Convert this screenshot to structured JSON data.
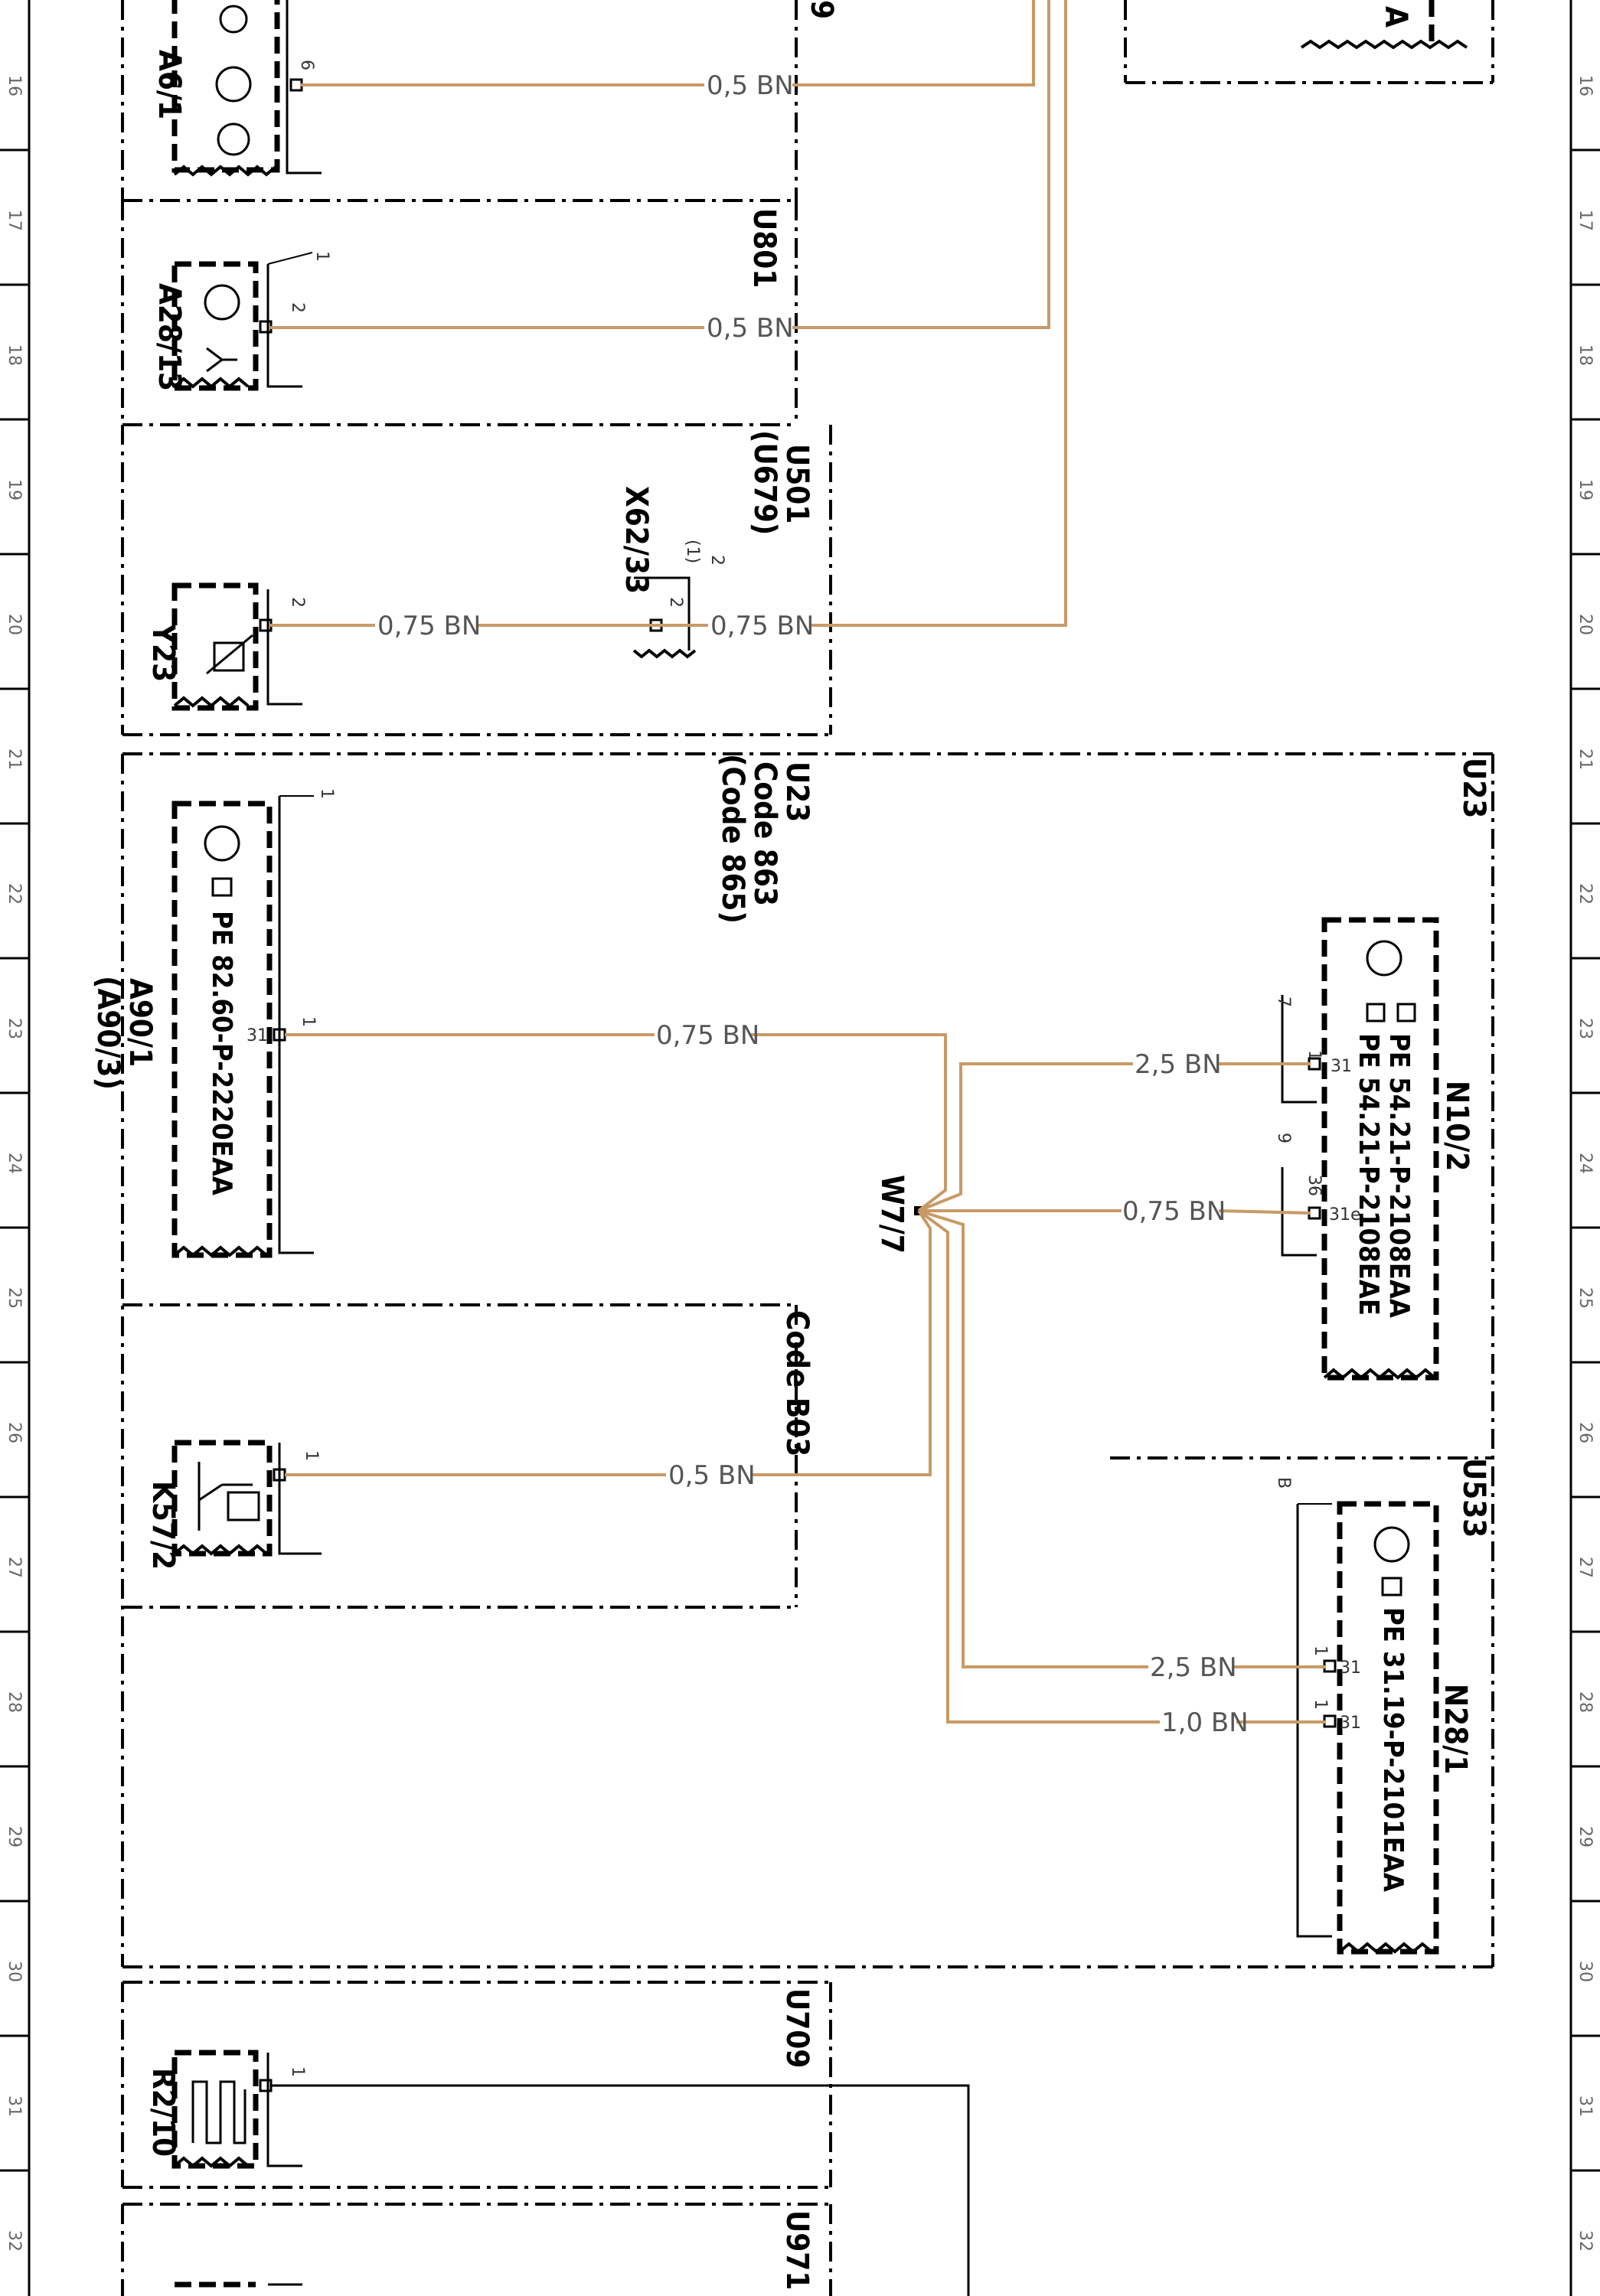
{
  "grid_rows": [
    "16",
    "17",
    "18",
    "19",
    "20",
    "21",
    "22",
    "23",
    "24",
    "25",
    "26",
    "27",
    "28",
    "29",
    "30",
    "31",
    "32"
  ],
  "boxes": {
    "u801": "U801",
    "u501": "U501",
    "u501_alt": "(U679)",
    "u23": "U23",
    "u23_code": "Code 863",
    "u23_code_alt": "(Code 865)",
    "u23_right": "U23",
    "code_b03": "Code B03",
    "u533": "U533",
    "u709": "U709",
    "u971": "U971",
    "top_cut": "9"
  },
  "components": {
    "a6_1": "A6/1",
    "a28_13": "A28/13",
    "y23": "Y23",
    "x62_33": "X62/33",
    "a90_1": "A90/1",
    "a90_3": "(A90/3)",
    "a90_doc": "PE 82.60-P-2220EAA",
    "w7_7": "W7/7",
    "k57_2": "K57/2",
    "n10_2": "N10/2",
    "n10_doc1": "PE 54.21-P-2108EAA",
    "n10_doc2": "PE 54.21-P-2108EAE",
    "n28_1": "N28/1",
    "n28_doc": "PE 31.19-P-2101EAA",
    "r2_10": "R2/10",
    "top_right": "A"
  },
  "wires": {
    "w_a6": "0,5 BN",
    "w_a28": "0,5 BN",
    "w_y23_left": "0,75 BN",
    "w_y23_right": "0,75 BN",
    "w_a90": "0,75 BN",
    "w_n10_a": "2,5 BN",
    "w_n10_b": "0,75 BN",
    "w_k57": "0,5 BN",
    "w_n28_a": "2,5 BN",
    "w_n28_b": "1,0 BN"
  },
  "pins": {
    "a6_pin": "6",
    "a28_pin_top": "1",
    "a28_pin": "2",
    "y23_pin": "2",
    "x62_pin": "2",
    "x62_pin_top": "2",
    "x62_pin_alt": "(1)",
    "a90_pin_top": "1",
    "a90_pin": "1",
    "a90_31": "31",
    "n10_pin7": "7",
    "n10_pin1": "1",
    "n10_31": "31",
    "n10_pin9": "9",
    "n10_pin36": "36",
    "n10_31e": "31e",
    "k57_pin": "1",
    "n28_pin_b": "B",
    "n28_pin1a": "1",
    "n28_31a": "31",
    "n28_pin1b": "1",
    "n28_31b": "31",
    "r2_pin": "1"
  },
  "colors": {
    "wire": "#c89a67",
    "ink": "#000000"
  }
}
